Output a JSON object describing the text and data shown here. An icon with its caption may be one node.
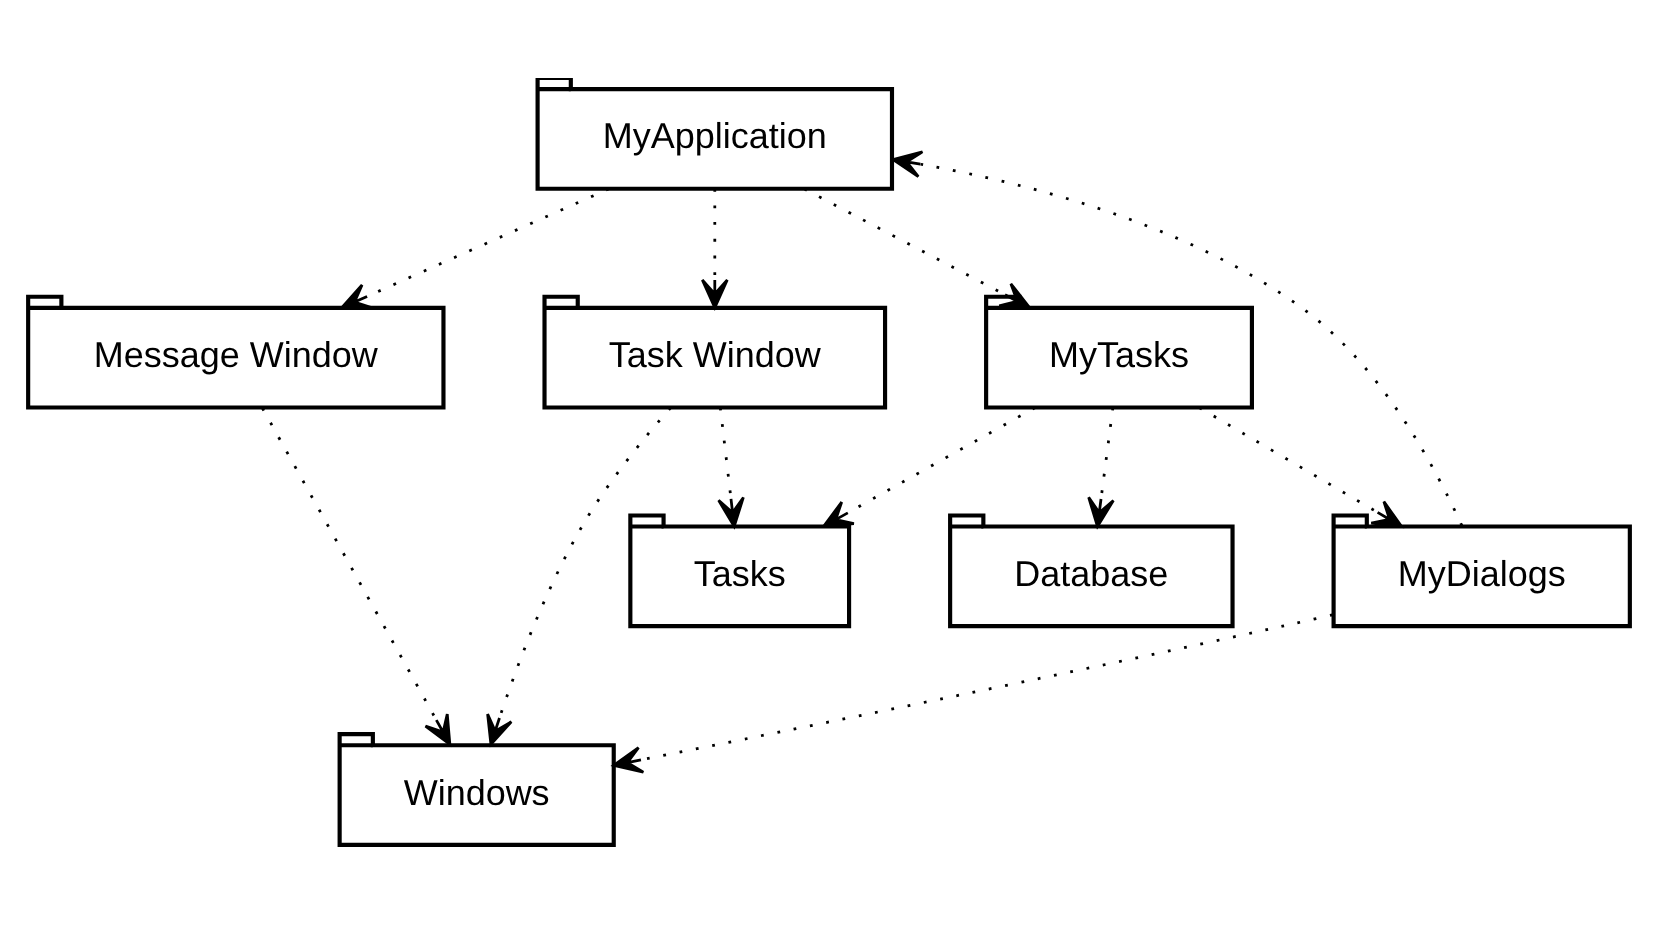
{
  "diagram": {
    "nodes": [
      {
        "text": [
          "MyApplication"
        ]
      },
      {
        "text": [
          "Message Window"
        ]
      },
      {
        "text": [
          "Task Window"
        ]
      },
      {
        "text": [
          "MyTasks"
        ]
      },
      {
        "text": [
          "Database"
        ]
      },
      {
        "text": [
          "Tasks"
        ]
      },
      {
        "text": [
          "MyDialogs"
        ]
      },
      {
        "text": [
          "Windows"
        ]
      }
    ],
    "edges": [
      {
        "from": 0,
        "to": 1,
        "arrow": "to",
        "style": "dashed"
      },
      {
        "from": 0,
        "to": 2,
        "arrow": "to",
        "style": "dashed"
      },
      {
        "from": 0,
        "to": 3,
        "arrow": "to",
        "style": "dashed"
      },
      {
        "from": 3,
        "to": 4,
        "arrow": "to",
        "style": "dashed"
      },
      {
        "from": 2,
        "to": 5,
        "arrow": "to",
        "style": "dashed"
      },
      {
        "from": 3,
        "to": 5,
        "arrow": "to",
        "style": "dashed"
      },
      {
        "from": 3,
        "to": 6,
        "arrow": "to",
        "style": "dashed"
      },
      {
        "from": 1,
        "to": 7,
        "arrow": "to",
        "style": "dashed"
      },
      {
        "from": 2,
        "to": 7,
        "arrow": "to",
        "style": "dashed"
      },
      {
        "from": 6,
        "to": 7,
        "arrow": "to",
        "style": "dashed"
      },
      {
        "from": 6,
        "to": 0,
        "arrow": "to",
        "style": "dashed"
      }
    ]
  }
}
